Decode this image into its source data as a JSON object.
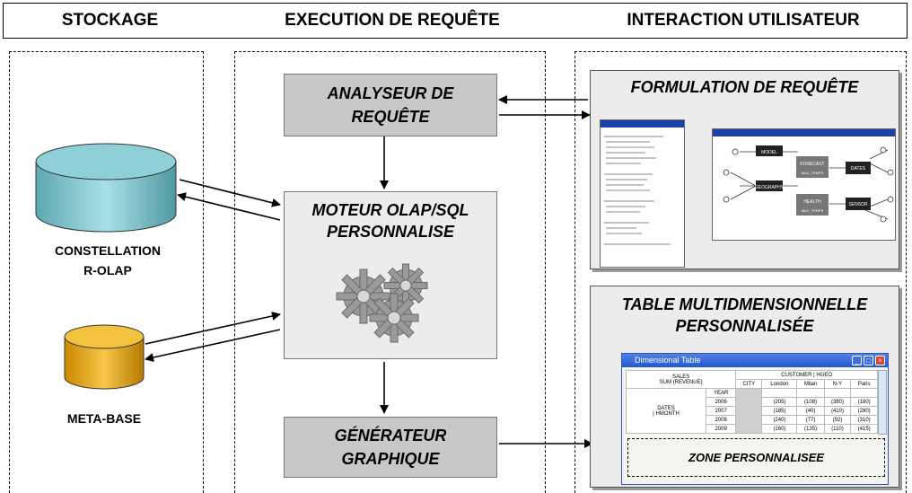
{
  "header": {
    "stockage": "STOCKAGE",
    "execution": "EXECUTION DE REQUÊTE",
    "interaction": "INTERACTION UTILISATEUR"
  },
  "storage": {
    "constellation_line1": "CONSTELLATION",
    "constellation_line2": "R-OLAP",
    "metabase": "META-BASE"
  },
  "execution": {
    "analyseur_line1": "ANALYSEUR DE",
    "analyseur_line2": "REQUÊTE",
    "moteur_line1": "MOTEUR OLAP/SQL",
    "moteur_line2": "PERSONNALISE",
    "generateur_line1": "GÉNÉRATEUR",
    "generateur_line2": "GRAPHIQUE"
  },
  "interaction": {
    "formulation_title": "FORMULATION DE REQUÊTE",
    "table_title_line1": "TABLE MULTIDMENSIONNELLE",
    "table_title_line2": "PERSONNALISÉE",
    "zone_label": "ZONE PERSONNALISEE"
  },
  "graph_nodes": [
    "MODEL",
    "GEOGRAPHY",
    "FORECAST",
    "DATES",
    "HEALTH",
    "SENSOR",
    "MAX_TEMPS",
    "MAX_TEMPS"
  ],
  "dim_table": {
    "window_title": "Dimensional Table",
    "measure_line1": "SALES",
    "measure_line2": "SUM (REVENUE)",
    "col_dimension": "CUSTOMER | HGEO",
    "col_level": "CITY",
    "cities": [
      "London",
      "Milan",
      "N-Y",
      "Paris"
    ],
    "row_level": "YEAR",
    "row_dimension_line1": "DATES",
    "row_dimension_line2": "| HMONTH",
    "rows": [
      {
        "year": "2006",
        "values": [
          "(205)",
          "(108)",
          "(380)",
          "(180)"
        ]
      },
      {
        "year": "2007",
        "values": [
          "(185)",
          "(40)",
          "(410)",
          "(280)"
        ]
      },
      {
        "year": "2008",
        "values": [
          "(240)",
          "(77)",
          "(92)",
          "(310)"
        ]
      },
      {
        "year": "2009",
        "values": [
          "(160)",
          "(135)",
          "(110)",
          "(415)"
        ]
      }
    ]
  },
  "colors": {
    "cylinder_teal": "#7fc6cf",
    "cylinder_gold": "#e0a30a",
    "gray_box": "#c8c8c8",
    "window_blue": "#2458d0"
  }
}
